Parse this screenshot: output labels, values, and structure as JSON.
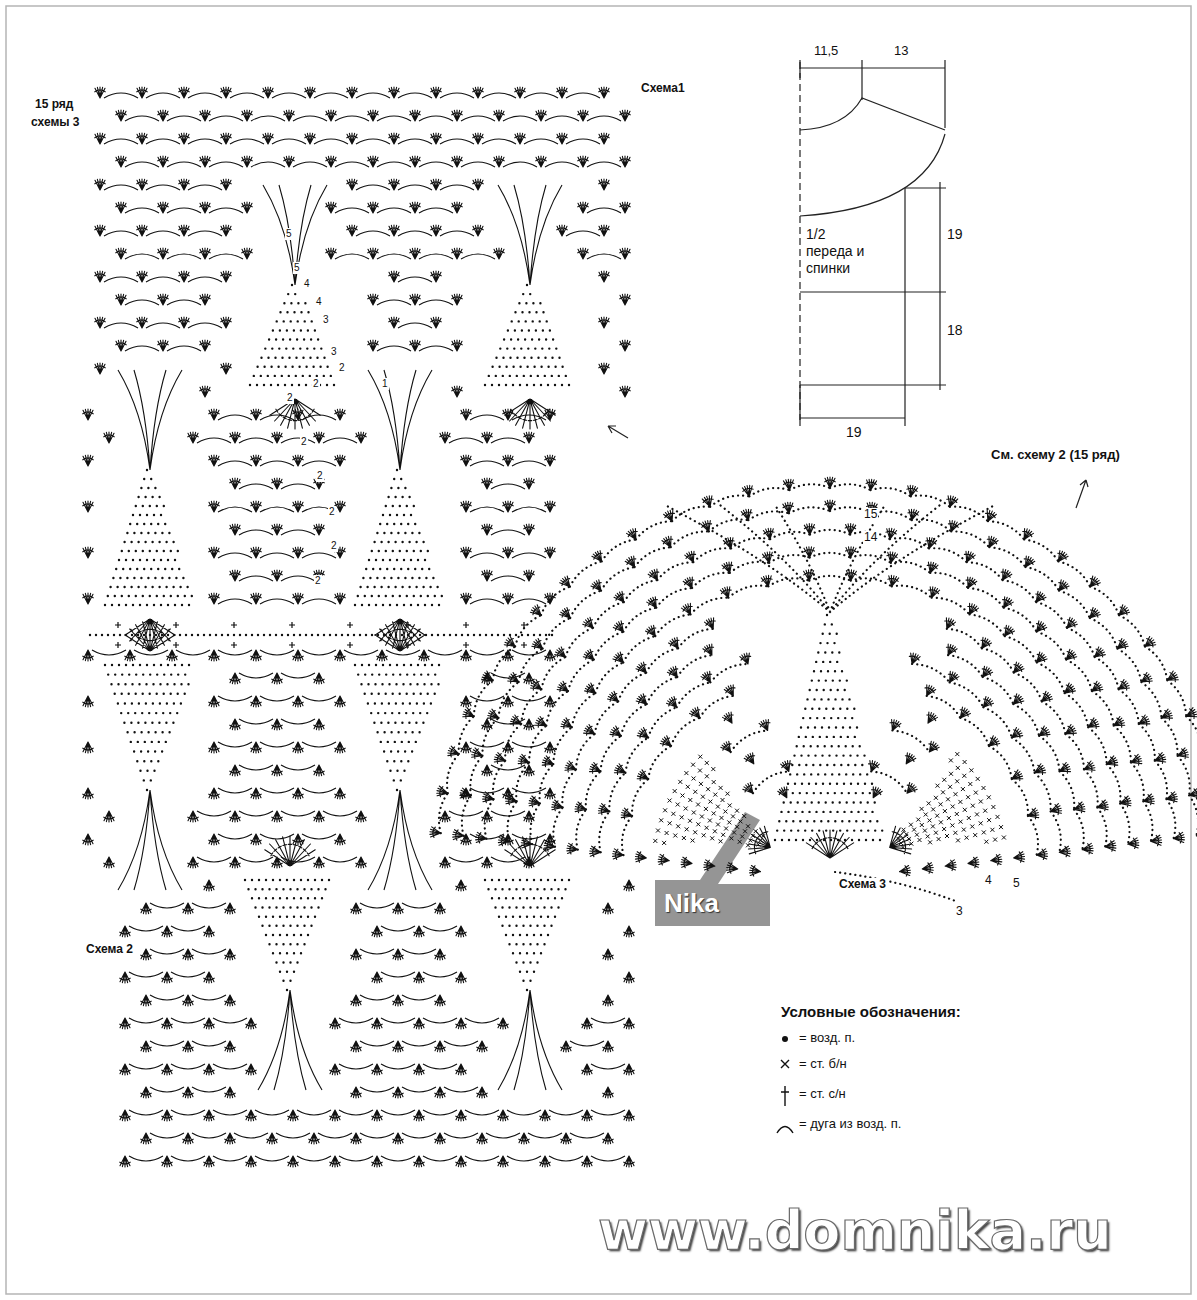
{
  "diagram": {
    "nodes": [
      {
        "text": [
          "1/2 переда и спинки"
        ]
      }
    ],
    "labels": [
      "15 ряд",
      "схемы 3",
      "Схема1",
      "11,5",
      "13",
      "19",
      "18",
      "19",
      "5",
      "5",
      "4",
      "4",
      "3",
      "3",
      "2",
      "2",
      "1",
      "2",
      "2",
      "2",
      "2",
      "2",
      "2",
      "См. схему 2 (15 ряд)",
      "15",
      "14",
      "Схема 3",
      "3",
      "4",
      "5",
      "Схема 2",
      "Условные обозначения:",
      "Nika",
      "www.domnika.ru"
    ],
    "legend": [
      {
        "text": "= возд. п."
      },
      {
        "text": "= ст. б/н"
      },
      {
        "text": "= ст. с/н"
      },
      {
        "text": "= дуга из возд. п."
      }
    ]
  }
}
